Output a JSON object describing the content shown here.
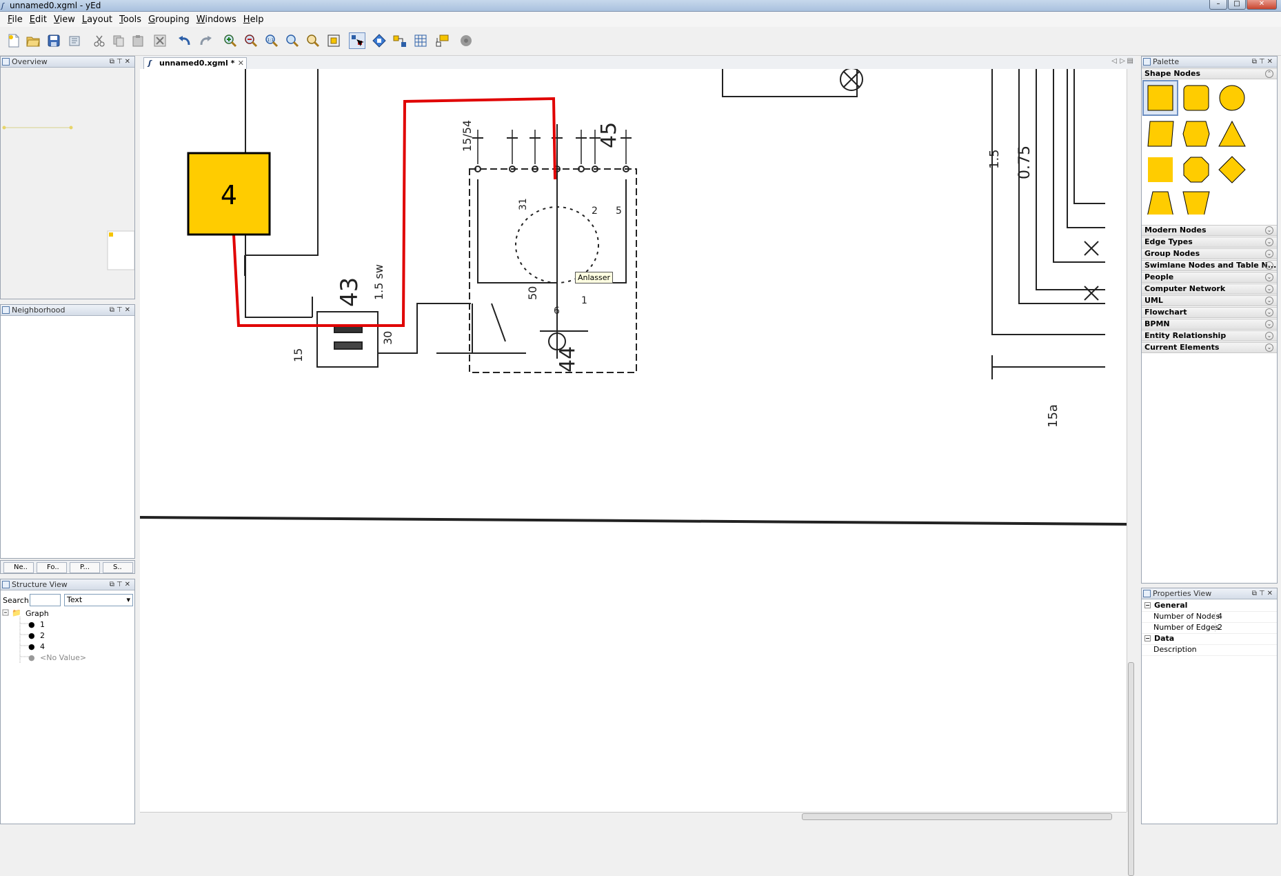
{
  "window": {
    "title": "unnamed0.xgml - yEd"
  },
  "menu": [
    "File",
    "Edit",
    "View",
    "Layout",
    "Tools",
    "Grouping",
    "Windows",
    "Help"
  ],
  "toolbar_icons": [
    "new-document-icon",
    "open-icon",
    "save-icon",
    "export-icon",
    "cut-icon",
    "copy-icon",
    "paste-icon",
    "delete-icon",
    "undo-icon",
    "redo-icon",
    "zoom-in-icon",
    "zoom-out-icon",
    "zoom-100-icon",
    "zoom-fit-icon",
    "zoom-area-icon",
    "fit-content-icon",
    "select-mode-icon",
    "edit-mode-icon",
    "snap-icon",
    "grid-icon",
    "tooltip-icon",
    "plugin-icon"
  ],
  "overview": {
    "title": "Overview"
  },
  "neighborhood": {
    "title": "Neighborhood"
  },
  "bottom_tabs": [
    "Ne..",
    "Fo..",
    "P...",
    "S.."
  ],
  "structure": {
    "title": "Structure View",
    "search_label": "Search",
    "search_value": "",
    "filter_value": "Text",
    "root": "Graph",
    "items": [
      "1",
      "2",
      "4",
      "<No Value>"
    ]
  },
  "document_tab": {
    "label": "unnamed0.xgml *"
  },
  "canvas": {
    "node_label": "4",
    "tooltip": "Anlasser",
    "scan_labels": [
      "43",
      "44",
      "45",
      "15",
      "30",
      "50",
      "31",
      "0.75",
      "1.5",
      "2",
      "6",
      "5",
      "1",
      "15/54",
      "1.5 sw",
      "15a"
    ]
  },
  "palette": {
    "title": "Palette",
    "sections": [
      "Shape Nodes",
      "Modern Nodes",
      "Edge Types",
      "Group Nodes",
      "Swimlane Nodes and Table N...",
      "People",
      "Computer Network",
      "UML",
      "Flowchart",
      "BPMN",
      "Entity Relationship",
      "Current Elements"
    ],
    "shape_color": "#FFCC00"
  },
  "properties": {
    "title": "Properties View",
    "general_label": "General",
    "nodes_label": "Number of Nodes",
    "nodes_value": "4",
    "edges_label": "Number of Edges",
    "edges_value": "2",
    "data_label": "Data",
    "description_label": "Description"
  },
  "colors": {
    "accent": "#FFCC00",
    "edge": "#E00000",
    "selection": "#6d8fc2"
  }
}
